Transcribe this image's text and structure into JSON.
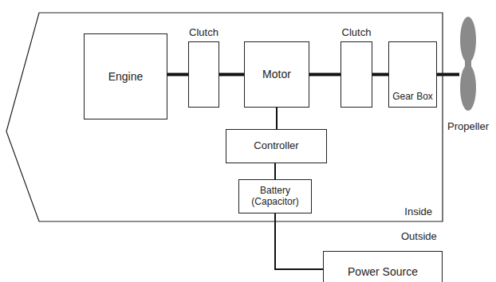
{
  "diagram": {
    "nodes": [
      {
        "text": [
          "Inside"
        ]
      },
      {
        "text": [
          "Engine"
        ],
        "in": 0
      },
      {
        "text": [
          "Clutch"
        ],
        "in": 0
      },
      {
        "text": [
          "Motor"
        ],
        "in": 0
      },
      {
        "text": [
          "Clutch"
        ],
        "in": 0
      },
      {
        "text": [
          "Gear Box"
        ],
        "in": 0
      },
      {
        "text": [
          "Propeller"
        ]
      },
      {
        "text": [
          "Controller"
        ],
        "in": 0
      },
      {
        "text": [
          "Battery (Capacitor)"
        ],
        "in": 0
      },
      {
        "text": [
          "Power Source"
        ]
      }
    ],
    "edges": [
      {
        "from": 1,
        "to": 2,
        "arrow": "none"
      },
      {
        "from": 2,
        "to": 3,
        "arrow": "none"
      },
      {
        "from": 3,
        "to": 4,
        "arrow": "none"
      },
      {
        "from": 4,
        "to": 5,
        "arrow": "none"
      },
      {
        "from": 5,
        "to": 6,
        "arrow": "none"
      },
      {
        "from": 3,
        "to": 7,
        "arrow": "none"
      },
      {
        "from": 7,
        "to": 8,
        "arrow": "none"
      },
      {
        "from": 8,
        "to": 9,
        "arrow": "none"
      }
    ],
    "labels": [
      "Outside"
    ]
  }
}
